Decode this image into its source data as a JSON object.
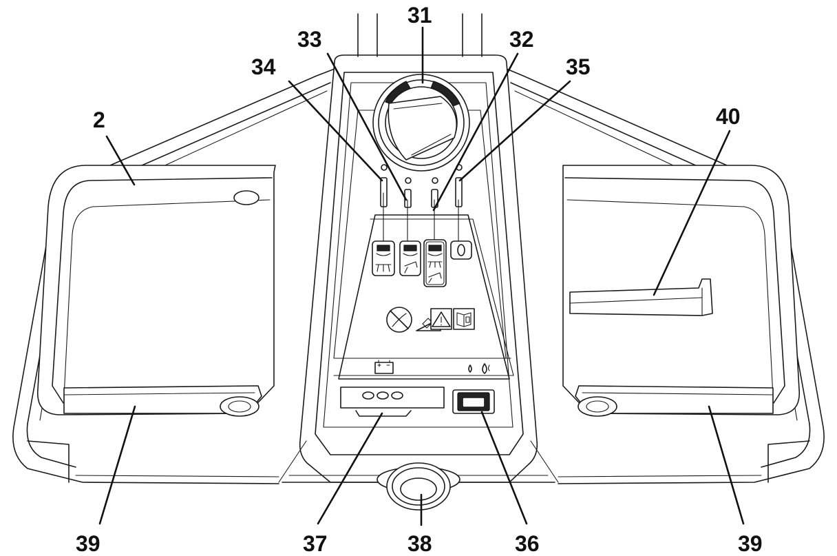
{
  "callouts": {
    "c2": "2",
    "c31": "31",
    "c32": "32",
    "c33": "33",
    "c34": "34",
    "c35": "35",
    "c36": "36",
    "c37": "37",
    "c38": "38",
    "c39_left": "39",
    "c39_right": "39",
    "c40": "40"
  },
  "icons": {
    "mode_1": "brush-vacuum-icon",
    "mode_2": "brush-squeegee-icon",
    "mode_3": "brush-vacuum-squeegee-icon",
    "mode_4": "off-icon",
    "no_hose": "no-hose-icon",
    "ramp": "ramp-icon",
    "warning": "warning-triangle-icon",
    "manual": "read-manual-icon",
    "battery": "battery-icon",
    "water_low": "water-drop-icon",
    "water_high": "water-drops-icon"
  },
  "colors": {
    "line": "#1a1a1a",
    "background": "#ffffff"
  }
}
